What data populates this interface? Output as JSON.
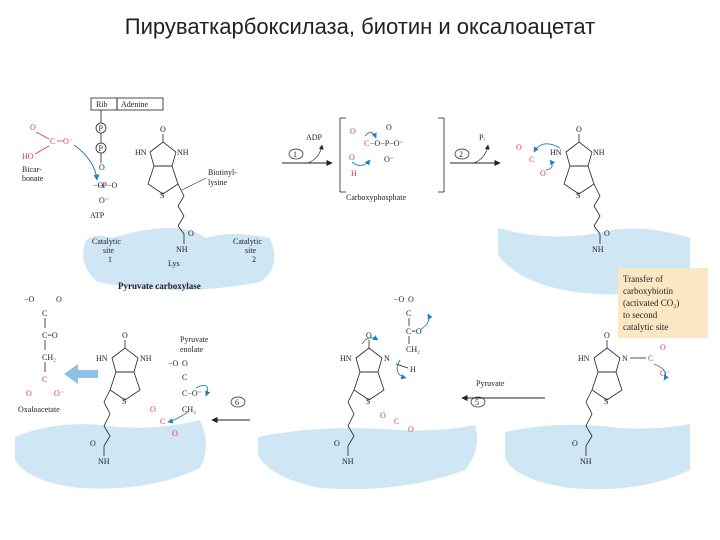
{
  "title": "Пируваткарбоксилаза, биотин и оксалоацетат",
  "colors": {
    "red": "#d6336c",
    "blue": "#1f7fc4",
    "enzyme": "#cfe6f4",
    "note": "#fbe8c2",
    "ink": "#222222"
  },
  "labels": {
    "rib": "Rib",
    "adenine": "Adenine",
    "atp": "ATP",
    "adp": "ADP",
    "pi": "Pᵢ",
    "bicarbonate_1": "Bicar-",
    "bicarbonate_2": "bonate",
    "biotinyl_1": "Biotinyl-",
    "biotinyl_2": "lysine",
    "carboxyphosphate": "Carboxyphosphate",
    "site1_a": "Catalytic",
    "site1_b": "site",
    "site1_c": "1",
    "site2_a": "Catalytic",
    "site2_b": "site",
    "site2_c": "2",
    "lys": "Lys",
    "enzyme": "Pyruvate carboxylase",
    "oxaloacetate": "Oxaloacetate",
    "pyruvate": "Pyruvate",
    "enolate_1": "Pyruvate",
    "enolate_2": "enolate",
    "step1": "1",
    "step2": "2",
    "step5": "5",
    "step6": "6"
  },
  "note": [
    "Transfer of",
    "carboxybiotin",
    "(activated CO₂)",
    "to second",
    "catalytic site"
  ]
}
